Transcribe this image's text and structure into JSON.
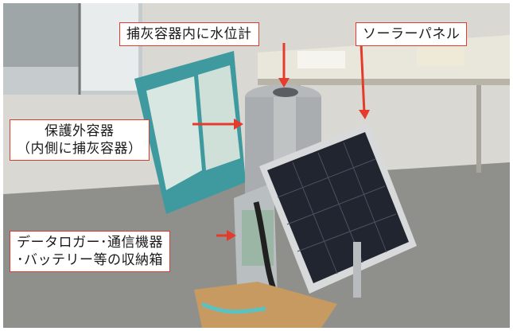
{
  "labels": {
    "water_level": "捕灰容器内に水位計",
    "solar_panel": "ソーラーパネル",
    "outer_container_line1": "保護外容器",
    "outer_container_line2": "（内側に捕灰容器）",
    "logger_box_line1": "データロガー･通信機器",
    "logger_box_line2": "･バッテリー等の収納箱"
  },
  "colors": {
    "accent": "#e53b2c",
    "box_bg": "#ffffff"
  }
}
